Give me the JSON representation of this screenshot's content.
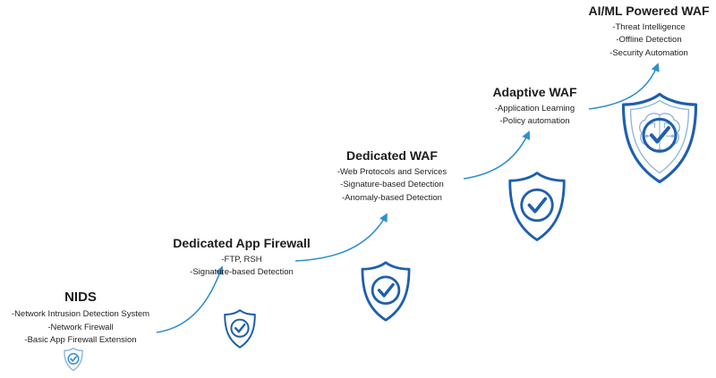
{
  "stages": [
    {
      "title": "NIDS",
      "items": [
        "-Network Intrusion Detection System",
        "-Network Firewall",
        "-Basic App Firewall Extension"
      ],
      "icon": "shield-check-icon"
    },
    {
      "title": "Dedicated App Firewall",
      "items": [
        "-FTP, RSH",
        "-Signature-based Detection"
      ],
      "icon": "shield-check-icon"
    },
    {
      "title": "Dedicated WAF",
      "items": [
        "-Web Protocols and Services",
        "-Signature-based Detection",
        "-Anomaly-based Detection"
      ],
      "icon": "shield-check-icon"
    },
    {
      "title": "Adaptive WAF",
      "items": [
        "-Application Learning",
        "-Policy automation"
      ],
      "icon": "shield-check-icon"
    },
    {
      "title": "AI/ML Powered WAF",
      "items": [
        "-Threat Intelligence",
        "-Offline Detection",
        "-Security Automation"
      ],
      "icon": "shield-brain-check-icon"
    }
  ],
  "colors": {
    "arrow": "#2f8fd0",
    "icon_stroke": "#1f5fae",
    "icon_light": "#8fb5dc",
    "text": "#1a1a1a"
  }
}
